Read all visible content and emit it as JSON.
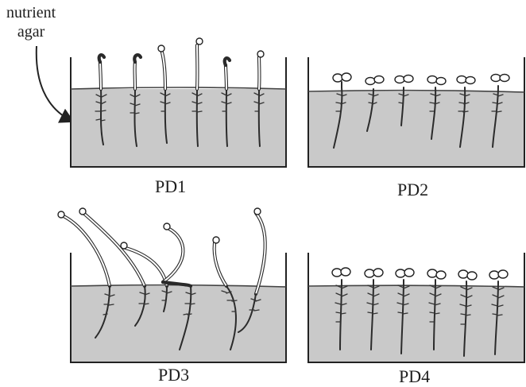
{
  "labels": {
    "agar_line1": "nutrient",
    "agar_line2": "agar",
    "pd1": "PD1",
    "pd2": "PD2",
    "pd3": "PD3",
    "pd4": "PD4"
  },
  "colors": {
    "agar": "#c9c9c9",
    "outline": "#222222"
  }
}
